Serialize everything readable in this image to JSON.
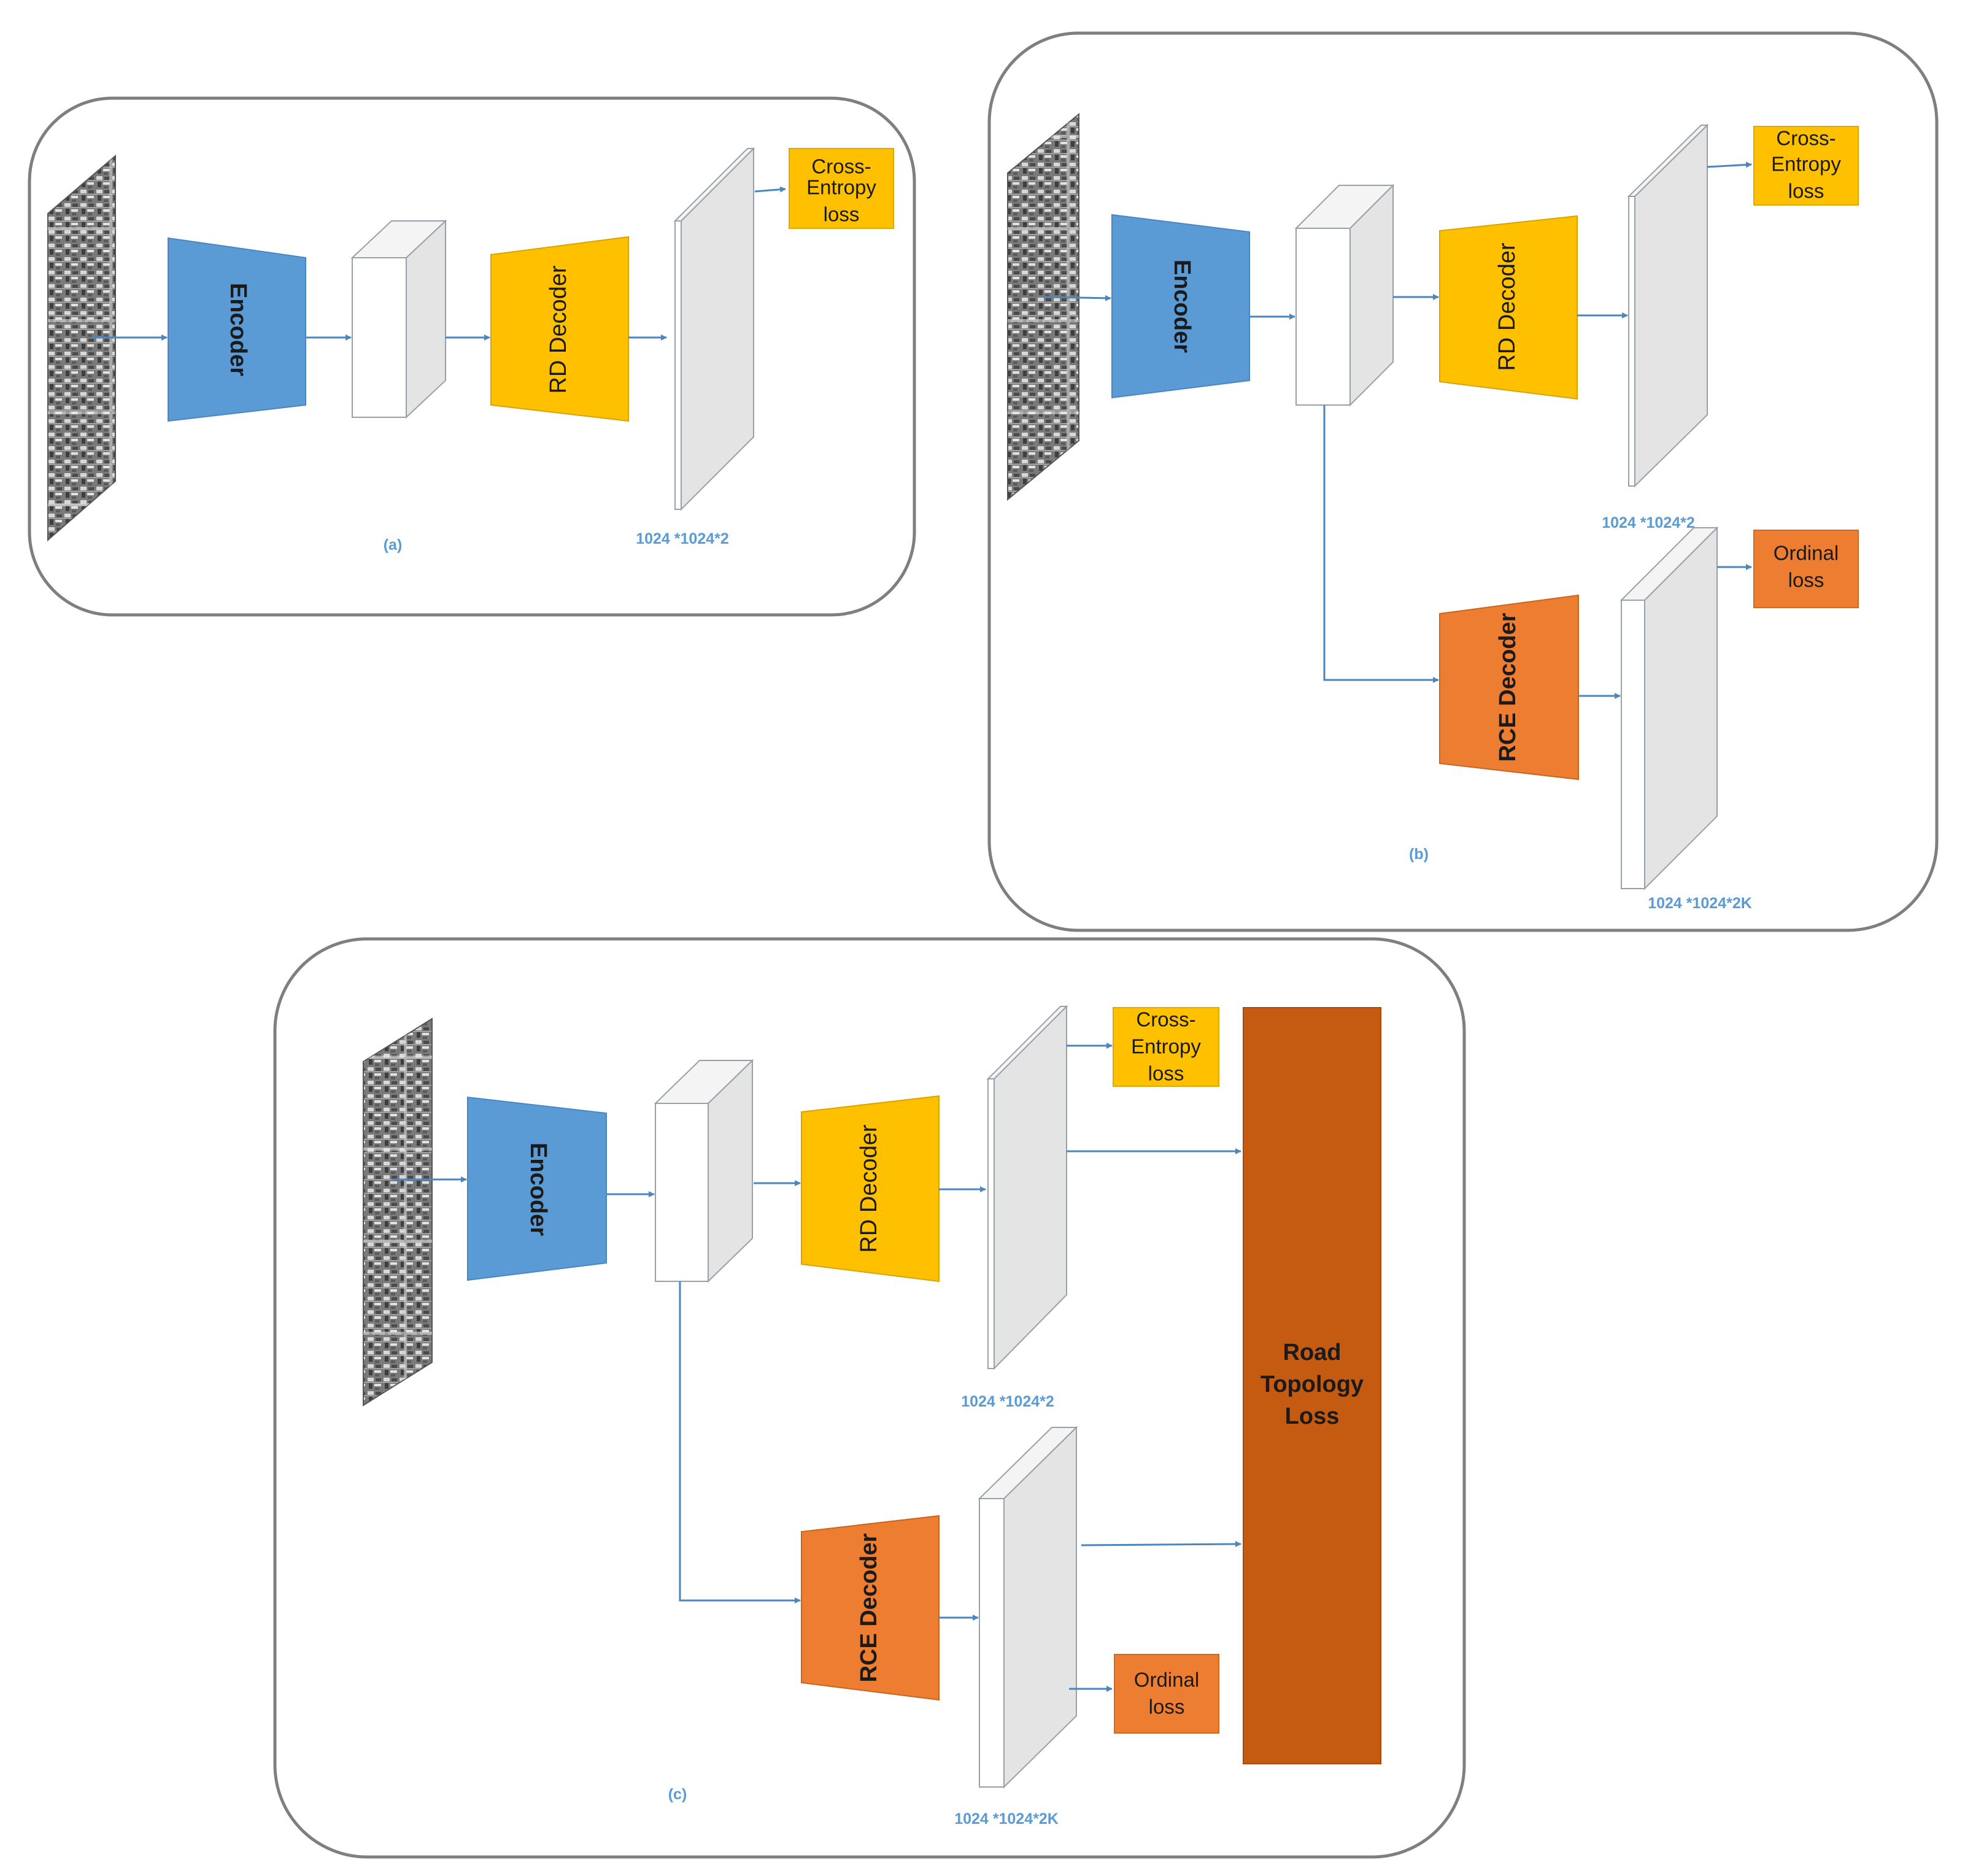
{
  "panels": [
    {
      "caption": "(a)",
      "encoder": "Encoder",
      "rd_decoder": "RD Decoder",
      "rd_loss": [
        "Cross-",
        "Entropy",
        "loss"
      ],
      "rd_dims": "1024 *1024*2"
    },
    {
      "caption": "(b)",
      "encoder": "Encoder",
      "rd_decoder": "RD Decoder",
      "rd_loss": [
        "Cross-",
        "Entropy",
        "loss"
      ],
      "rd_dims": "1024 *1024*2",
      "rce_decoder": "RCE Decoder",
      "rce_loss": [
        "Ordinal",
        "loss"
      ],
      "rce_dims": "1024 *1024*2K"
    },
    {
      "caption": "(c)",
      "encoder": "Encoder",
      "rd_decoder": "RD Decoder",
      "rd_loss": [
        "Cross-",
        "Entropy",
        "loss"
      ],
      "rd_dims": "1024 *1024*2",
      "rce_decoder": "RCE Decoder",
      "rce_loss": [
        "Ordinal",
        "loss"
      ],
      "rce_dims": "1024 *1024*2K",
      "topology_loss": [
        "Road",
        "Topology",
        "Loss"
      ]
    }
  ],
  "colors": {
    "encoder": "#5b9bd5",
    "rd_decoder": "#ffc000",
    "rce_decoder": "#ed7d31",
    "topology_loss": "#c55a11",
    "arrows": "#4a86c0",
    "dimension_text": "#5b9bd5",
    "panel_border": "#7f7f7f"
  }
}
